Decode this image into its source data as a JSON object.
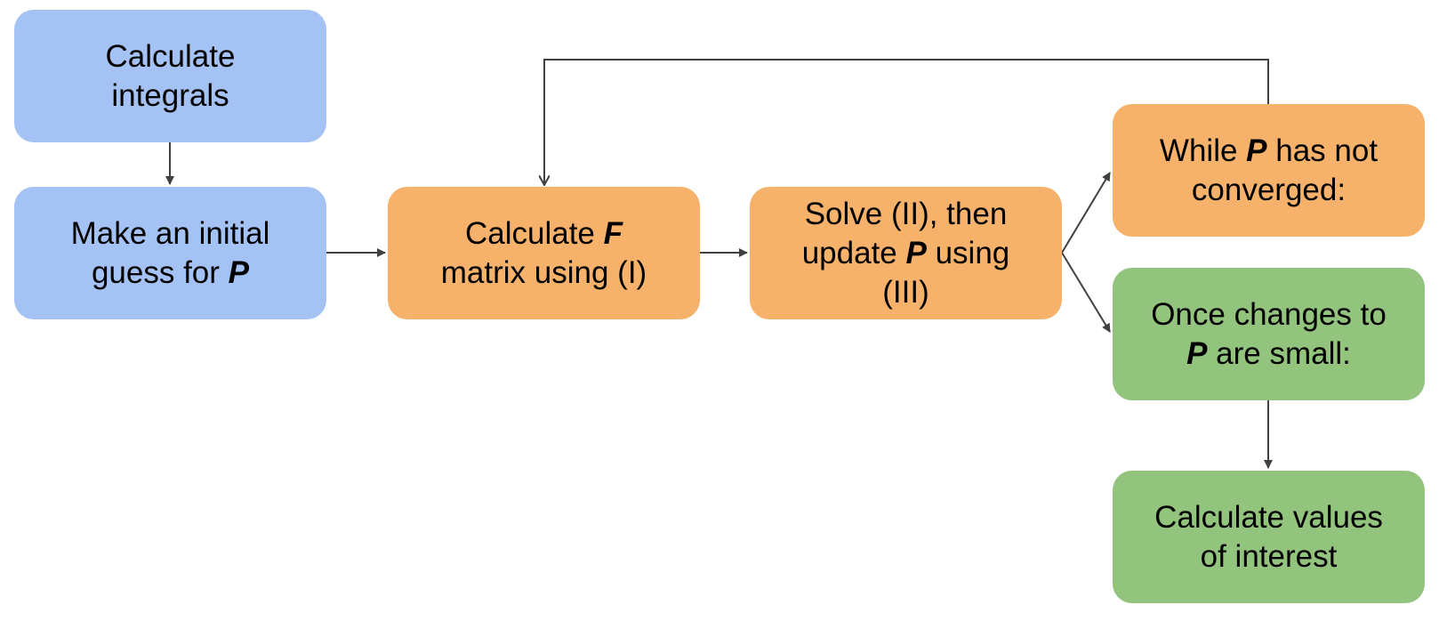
{
  "nodes": {
    "integrals": {
      "line1": "Calculate",
      "line2": "integrals"
    },
    "guess": {
      "line1": "Make an initial",
      "line2_pre": "guess for ",
      "line2_var": "P"
    },
    "fmatrix": {
      "line1_pre": "Calculate ",
      "line1_var": "F",
      "line2": "matrix using (I)"
    },
    "solve": {
      "line1": "Solve (II), then",
      "line2_pre": "update ",
      "line2_var": "P",
      "line2_post": " using",
      "line3": "(III)"
    },
    "while": {
      "line1_pre": "While ",
      "line1_var": "P",
      "line1_post": " has not",
      "line2": "converged:"
    },
    "once": {
      "line1": "Once changes to",
      "line2_var": "P",
      "line2_post": " are small:"
    },
    "values": {
      "line1": "Calculate values",
      "line2": "of interest"
    }
  },
  "colors": {
    "start_fill": "#a4c2f4",
    "loop_fill": "#f6b26b",
    "end_fill": "#93c47d",
    "connector": "#404040"
  }
}
